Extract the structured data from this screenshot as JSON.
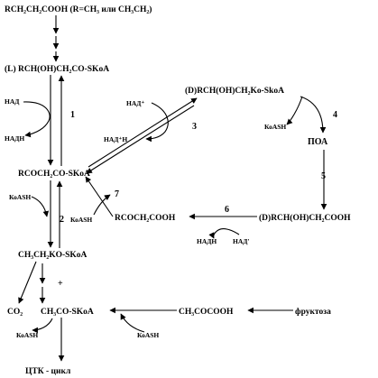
{
  "nodes": {
    "top": "RCH₂CH₂COOH (R=CH₃ или CH₃CH₂)",
    "l_hydroxy": "(L) RCH(OH)CH₂CO-SKoA",
    "d_hydroxy_coa": "(D)RCH(OH)CH₂Ko-SkoA",
    "ketoacyl_coa": "RCOCH₂CO-SKoA",
    "acyl_coa": "CH₃CH₂KO-SKoA",
    "acetyl_coa": "CH₃CO-SKoA",
    "co2": "CO₂",
    "pyruvate": "CH₃COCOOH",
    "fructose": "фруктоза",
    "ketoacid": "RCOCH₂COOH",
    "d_hydroxy_acid": "(D)RCH(OH)CH₂COOH",
    "poa": "ПОА",
    "tca": "ЦТК - цикл",
    "plus": "+"
  },
  "cofactors": {
    "nad_1": "НАД",
    "nadh_1": "НАДН",
    "nad_3": "НАД⁺",
    "nadh_3": "НАД⁺Н",
    "coash_4": "КоASH",
    "coash_2": "КоASH",
    "coash_7": "КоASH",
    "nadh_6": "НАДН",
    "nad_6": "НАД'",
    "coash_acetyl": "КоASH",
    "coash_pyruvate": "КоASH"
  },
  "steps": {
    "s1": "1",
    "s2": "2",
    "s3": "3",
    "s4": "4",
    "s5": "5",
    "s6": "6",
    "s7": "7"
  }
}
